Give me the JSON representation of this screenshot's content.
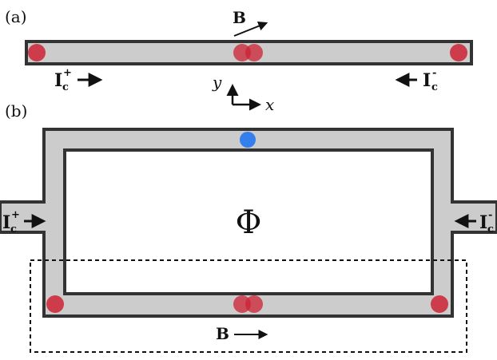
{
  "panel_a": {
    "label": "(a)",
    "field": {
      "text": "B"
    },
    "current_in": {
      "text": "I",
      "sub": "c",
      "sup": "+"
    },
    "current_out": {
      "text": "I",
      "sub": "c",
      "sup": "-"
    },
    "axes": {
      "x": "x",
      "y": "y"
    }
  },
  "panel_b": {
    "label": "(b)",
    "flux": "Φ",
    "field": {
      "text": "B"
    },
    "current_in": {
      "text": "I",
      "sub": "c",
      "sup": "+"
    },
    "current_out": {
      "text": "I",
      "sub": "c",
      "sup": "-"
    }
  },
  "colors": {
    "strip_fill": "#cccccc",
    "strip_stroke": "#333333",
    "dot_red": "#cc2233",
    "dot_blue": "#2277ee",
    "ink": "#111111"
  }
}
